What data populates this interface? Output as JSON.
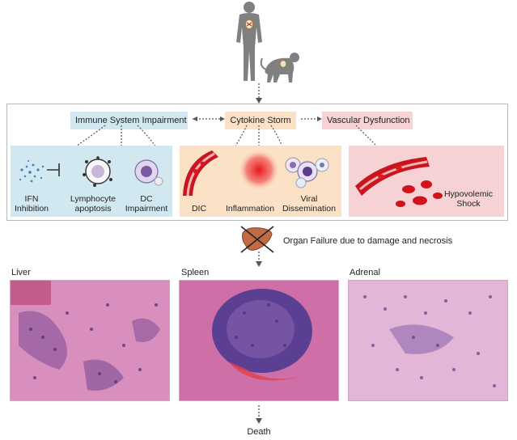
{
  "top": {
    "nodes": {
      "immune": "Immune System Impairment",
      "cytokine": "Cytokine Storm",
      "vascular": "Vascular Dysfunction"
    }
  },
  "immune_panel": {
    "ifn": [
      "IFN",
      "Inhibition"
    ],
    "lymph": [
      "Lymphocyte",
      "apoptosis"
    ],
    "dc": [
      "DC",
      "Impairment"
    ]
  },
  "cytokine_panel": {
    "dic": "DIC",
    "inflammation": "Inflammation",
    "viral": [
      "Viral",
      "Dissemination"
    ]
  },
  "vascular_panel": {
    "shock": [
      "Hypovolemic",
      "Shock"
    ]
  },
  "organ_failure": "Organ Failure due to damage and necrosis",
  "tissues": {
    "liver": "Liver",
    "spleen": "Spleen",
    "adrenal": "Adrenal"
  },
  "outcome": "Death",
  "colors": {
    "immune_bg": "#d2e8f1",
    "cytokine_bg": "#fbe2c7",
    "vascular_bg": "#f6d2d4",
    "tissue_pink": "#d88fbc",
    "tissue_purple": "#5f3f8f",
    "blood_red": "#c9151f"
  }
}
